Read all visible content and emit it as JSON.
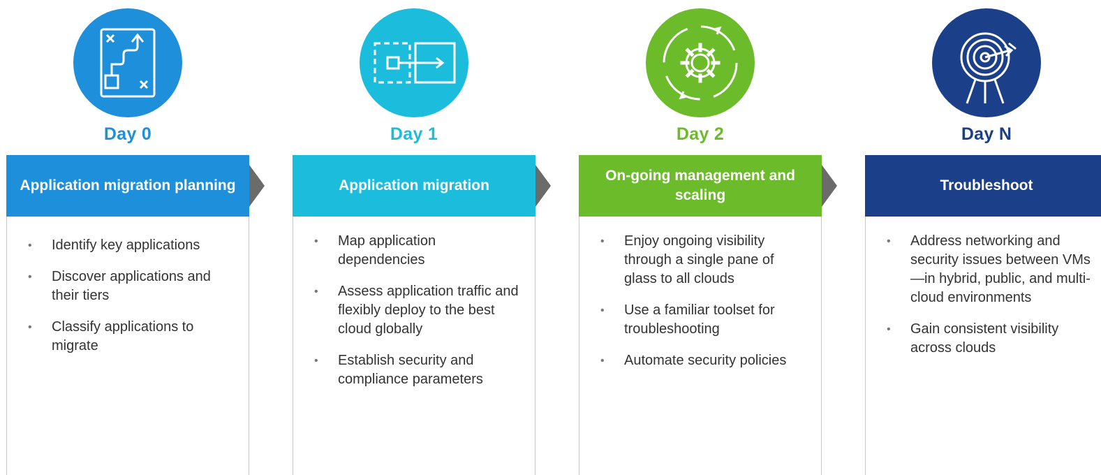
{
  "colors": {
    "day0": "#1d8fdb",
    "day1": "#1bbcdc",
    "day2": "#6cbb2a",
    "dayN": "#1c3f89",
    "text": "#333333",
    "border": "#c8c8c8",
    "arrow": "#6b6b6b"
  },
  "columns": [
    {
      "icon": "migration-map-icon",
      "day": "Day 0",
      "title": "Application migration planning",
      "bullets": [
        "Identify key applications",
        "Discover applications and their tiers",
        "Classify applications to migrate"
      ]
    },
    {
      "icon": "move-box-icon",
      "day": "Day 1",
      "title": "Application migration",
      "bullets": [
        "Map application dependencies",
        "Assess application traffic and flexibly deploy to the best cloud globally",
        "Establish security and compliance parameters"
      ]
    },
    {
      "icon": "gear-cycle-icon",
      "day": "Day 2",
      "title": "On-going management and scaling",
      "bullets": [
        "Enjoy ongoing visibility through a single pane of glass to all clouds",
        "Use a familiar toolset for troubleshooting",
        "Automate security policies"
      ]
    },
    {
      "icon": "target-icon",
      "day": "Day N",
      "title": "Troubleshoot",
      "bullets": [
        "Address networking and security issues between VMs—in hybrid, public, and multi-cloud environments",
        "Gain consistent visibility across clouds"
      ]
    }
  ]
}
